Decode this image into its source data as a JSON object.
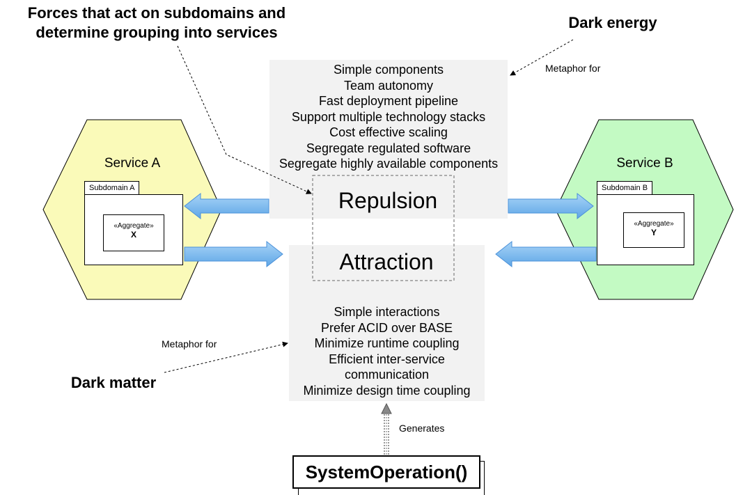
{
  "headings": {
    "forces": [
      "Forces that act on subdomains and",
      "determine grouping into services"
    ],
    "dark_energy": "Dark energy",
    "dark_matter": "Dark matter"
  },
  "notes": {
    "metaphor_top": "Metaphor for",
    "metaphor_bottom": "Metaphor for",
    "generates": "Generates"
  },
  "repulsion": {
    "label": "Repulsion",
    "forces": [
      "Simple components",
      "Team autonomy",
      "Fast deployment pipeline",
      "Support multiple technology stacks",
      "Cost effective scaling",
      "Segregate regulated software",
      "Segregate highly available components"
    ]
  },
  "attraction": {
    "label": "Attraction",
    "forces": [
      "Simple interactions",
      "Prefer ACID over BASE",
      "Minimize runtime coupling",
      "Efficient inter-service",
      "communication",
      "Minimize design time coupling"
    ]
  },
  "service_a": {
    "title": "Service A",
    "subdomain": "Subdomain A",
    "aggregate_stereotype": "«Aggregate»",
    "aggregate_name": "X",
    "color": "#fafab9"
  },
  "service_b": {
    "title": "Service B",
    "subdomain": "Subdomain B",
    "aggregate_stereotype": "«Aggregate»",
    "aggregate_name": "Y",
    "color": "#c3fac3"
  },
  "system_operation": "SystemOperation()",
  "colors": {
    "arrow_fill": "#86bef0",
    "arrow_stroke": "#4a90d9",
    "box_fill": "#f2f2f2"
  }
}
